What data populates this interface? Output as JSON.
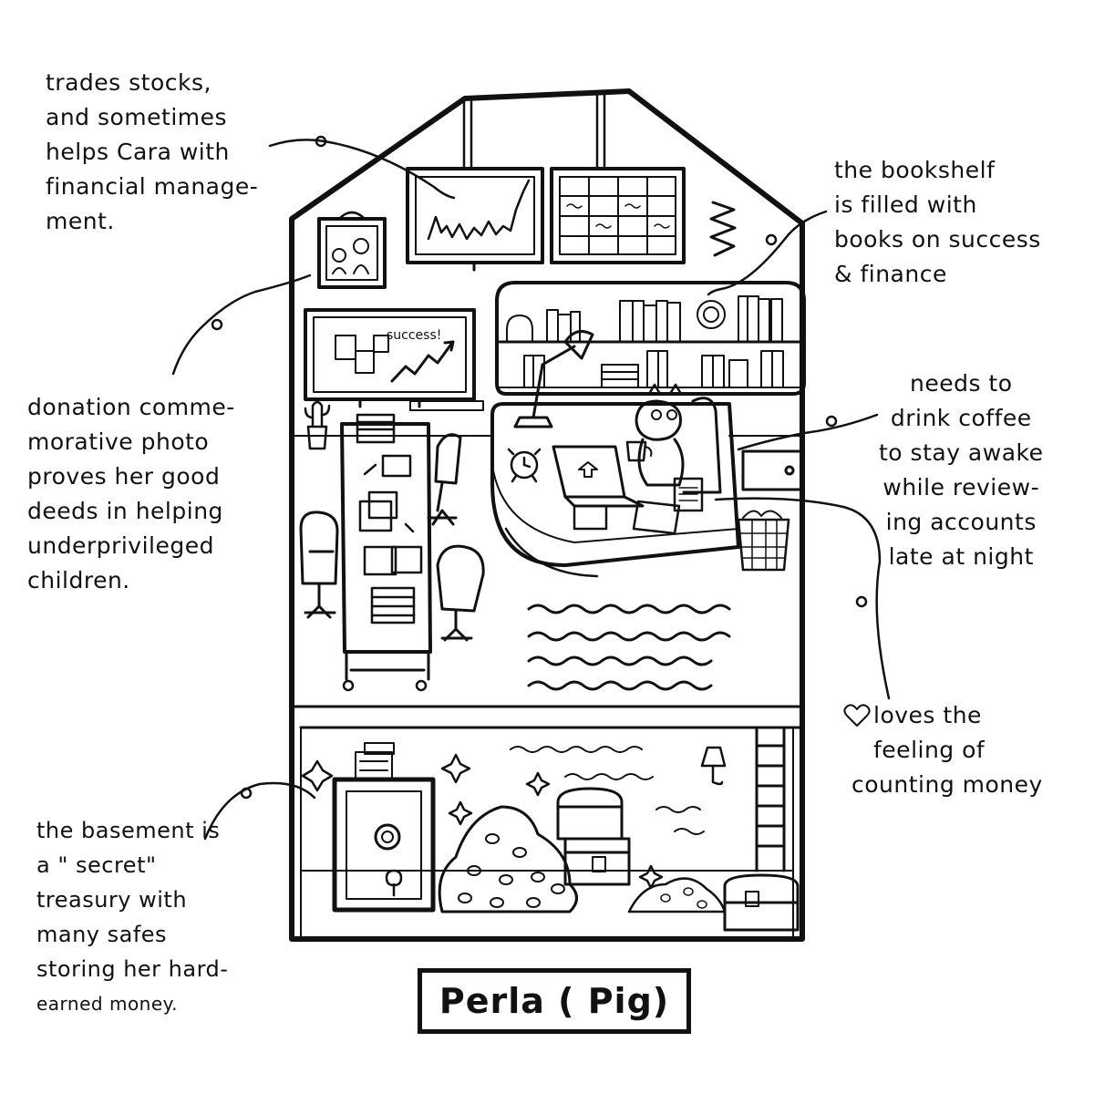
{
  "title": "Perla ( Pig)",
  "annotations": {
    "stocks": [
      "trades stocks,",
      "and sometimes",
      "helps Cara with",
      "financial manage-",
      "ment."
    ],
    "bookshelf": [
      "the bookshelf",
      "is filled with",
      "books on success",
      "& finance"
    ],
    "donation": [
      "donation comme-",
      "morative photo",
      "proves her good",
      "deeds in helping",
      "underprivileged",
      "children."
    ],
    "coffee": [
      "needs to",
      "drink coffee",
      "to stay awake",
      "while review-",
      "ing accounts",
      "late at night"
    ],
    "money": [
      "loves the",
      "feeling of",
      "counting money"
    ],
    "basement": [
      "the basement is",
      "a \" secret\"",
      "treasury with",
      "many safes",
      "storing her hard-",
      "earned money."
    ]
  },
  "drawing": {
    "whiteboard_text": "success!"
  },
  "colors": {
    "ink": "#111111",
    "paper": "#ffffff"
  }
}
